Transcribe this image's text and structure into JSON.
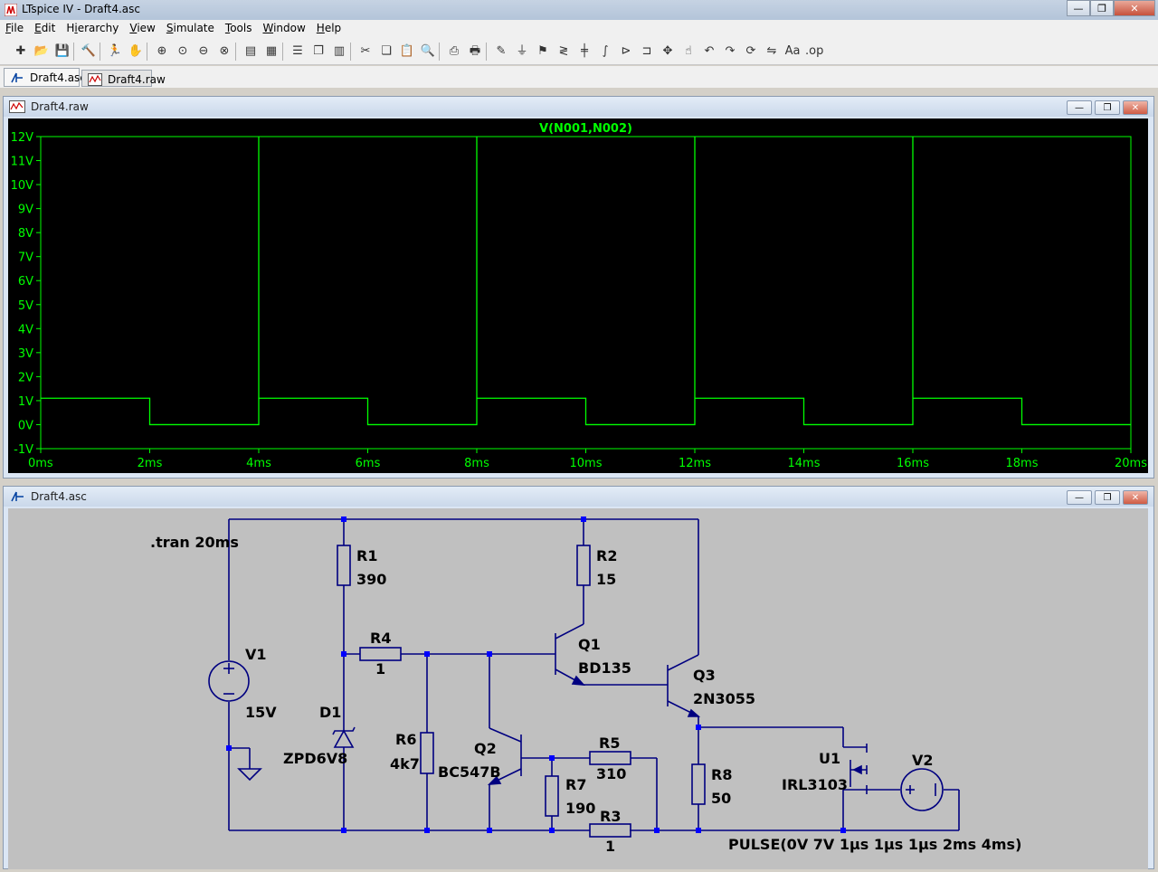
{
  "window": {
    "title": "LTspice IV - Draft4.asc"
  },
  "menu": [
    {
      "pre": "",
      "key": "F",
      "post": "ile"
    },
    {
      "pre": "",
      "key": "E",
      "post": "dit"
    },
    {
      "pre": "H",
      "key": "i",
      "post": "erarchy"
    },
    {
      "pre": "",
      "key": "V",
      "post": "iew"
    },
    {
      "pre": "",
      "key": "S",
      "post": "imulate"
    },
    {
      "pre": "",
      "key": "T",
      "post": "ools"
    },
    {
      "pre": "",
      "key": "W",
      "post": "indow"
    },
    {
      "pre": "",
      "key": "H",
      "post": "elp"
    }
  ],
  "toolbar_icons": [
    "new-schematic-icon",
    "open-icon",
    "save-icon",
    "control-panel-icon",
    "run-icon",
    "halt-icon",
    "zoom-in-icon",
    "zoom-fit-icon",
    "zoom-out-icon",
    "zoom-cancel-icon",
    "plot-icon",
    "plot-off-icon",
    "tile-horizontal-icon",
    "cascade-icon",
    "tile-vertical-icon",
    "cut-icon",
    "copy-icon",
    "paste-icon",
    "find-icon",
    "print-preview-icon",
    "print-icon",
    "draw-wire-icon",
    "ground-icon",
    "label-net-icon",
    "resistor-icon",
    "capacitor-icon",
    "inductor-icon",
    "diode-icon",
    "component-icon",
    "move-icon",
    "drag-icon",
    "undo-icon",
    "redo-icon",
    "rotate-icon",
    "mirror-icon",
    "text-icon",
    "spice-directive-icon"
  ],
  "tabs": [
    {
      "label": "Draft4.asc",
      "active": true
    },
    {
      "label": "Draft4.raw",
      "active": false
    }
  ],
  "plot_window": {
    "title": "Draft4.raw"
  },
  "schematic_window": {
    "title": "Draft4.asc"
  },
  "chart_data": {
    "type": "line",
    "title": "",
    "trace_label": "V(N001,N002)",
    "trace_color": "#00ff00",
    "axis_color": "#00ff00",
    "background": "#000000",
    "xlabel": "",
    "ylabel": "",
    "xlim": [
      0,
      20
    ],
    "ylim": [
      -1,
      12
    ],
    "x_ticks": [
      "0ms",
      "2ms",
      "4ms",
      "6ms",
      "8ms",
      "10ms",
      "12ms",
      "14ms",
      "16ms",
      "18ms",
      "20ms"
    ],
    "y_ticks": [
      "12V",
      "11V",
      "10V",
      "9V",
      "8V",
      "7V",
      "6V",
      "5V",
      "4V",
      "3V",
      "2V",
      "1V",
      "0V",
      "-1V"
    ],
    "grid": false,
    "series": [
      {
        "x": [
          0,
          2,
          2,
          4,
          4,
          4,
          6,
          6,
          8,
          8,
          8,
          8,
          8,
          10,
          10,
          12,
          12,
          12,
          14,
          14,
          16,
          16,
          16,
          18,
          18,
          20
        ],
        "y": [
          1.1,
          1.1,
          0,
          0,
          12,
          1.1,
          1.1,
          0,
          0,
          12,
          4,
          1.1,
          1.1,
          1.1,
          0,
          0,
          12,
          1.1,
          1.1,
          0,
          0,
          12,
          1.1,
          1.1,
          0,
          0
        ]
      }
    ]
  },
  "schematic": {
    "directive": ".tran 20ms",
    "labels": {
      "V1": "V1",
      "V1_value": "15V",
      "R1": "R1",
      "R1_value": "390",
      "R2": "R2",
      "R2_value": "15",
      "R4": "R4",
      "R4_value": "1",
      "D1": "D1",
      "D1_value": "ZPD6V8",
      "R6": "R6",
      "R6_value": "4k7",
      "Q1": "Q1",
      "Q1_value": "BD135",
      "Q2": "Q2",
      "Q2_value": "BC547B",
      "Q3": "Q3",
      "Q3_value": "2N3055",
      "R5": "R5",
      "R5_value": "310",
      "R7": "R7",
      "R7_value": "190",
      "R3": "R3",
      "R3_value": "1",
      "R8": "R8",
      "R8_value": "50",
      "U1": "U1",
      "U1_value": "IRL3103",
      "V2": "V2",
      "V2_value": "PULSE(0V 7V 1µs 1µs 1µs 2ms 4ms)"
    },
    "wire_color": "#000080",
    "junction_color": "#0000ff",
    "symbol_color": "#000080",
    "background": "#c0c0c0"
  }
}
